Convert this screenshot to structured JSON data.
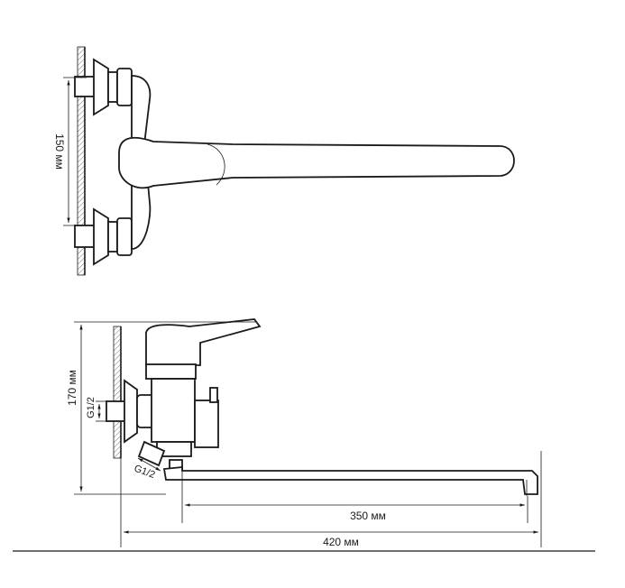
{
  "dimensions": {
    "top_view_height": "150 мм",
    "side_view_height": "170 мм",
    "inlet_thread": "G1/2",
    "outlet_thread": "G1/2",
    "spout_reach": "350 мм",
    "total_length": "420 мм"
  },
  "colors": {
    "line": "#1a1a1a",
    "background": "#ffffff"
  }
}
